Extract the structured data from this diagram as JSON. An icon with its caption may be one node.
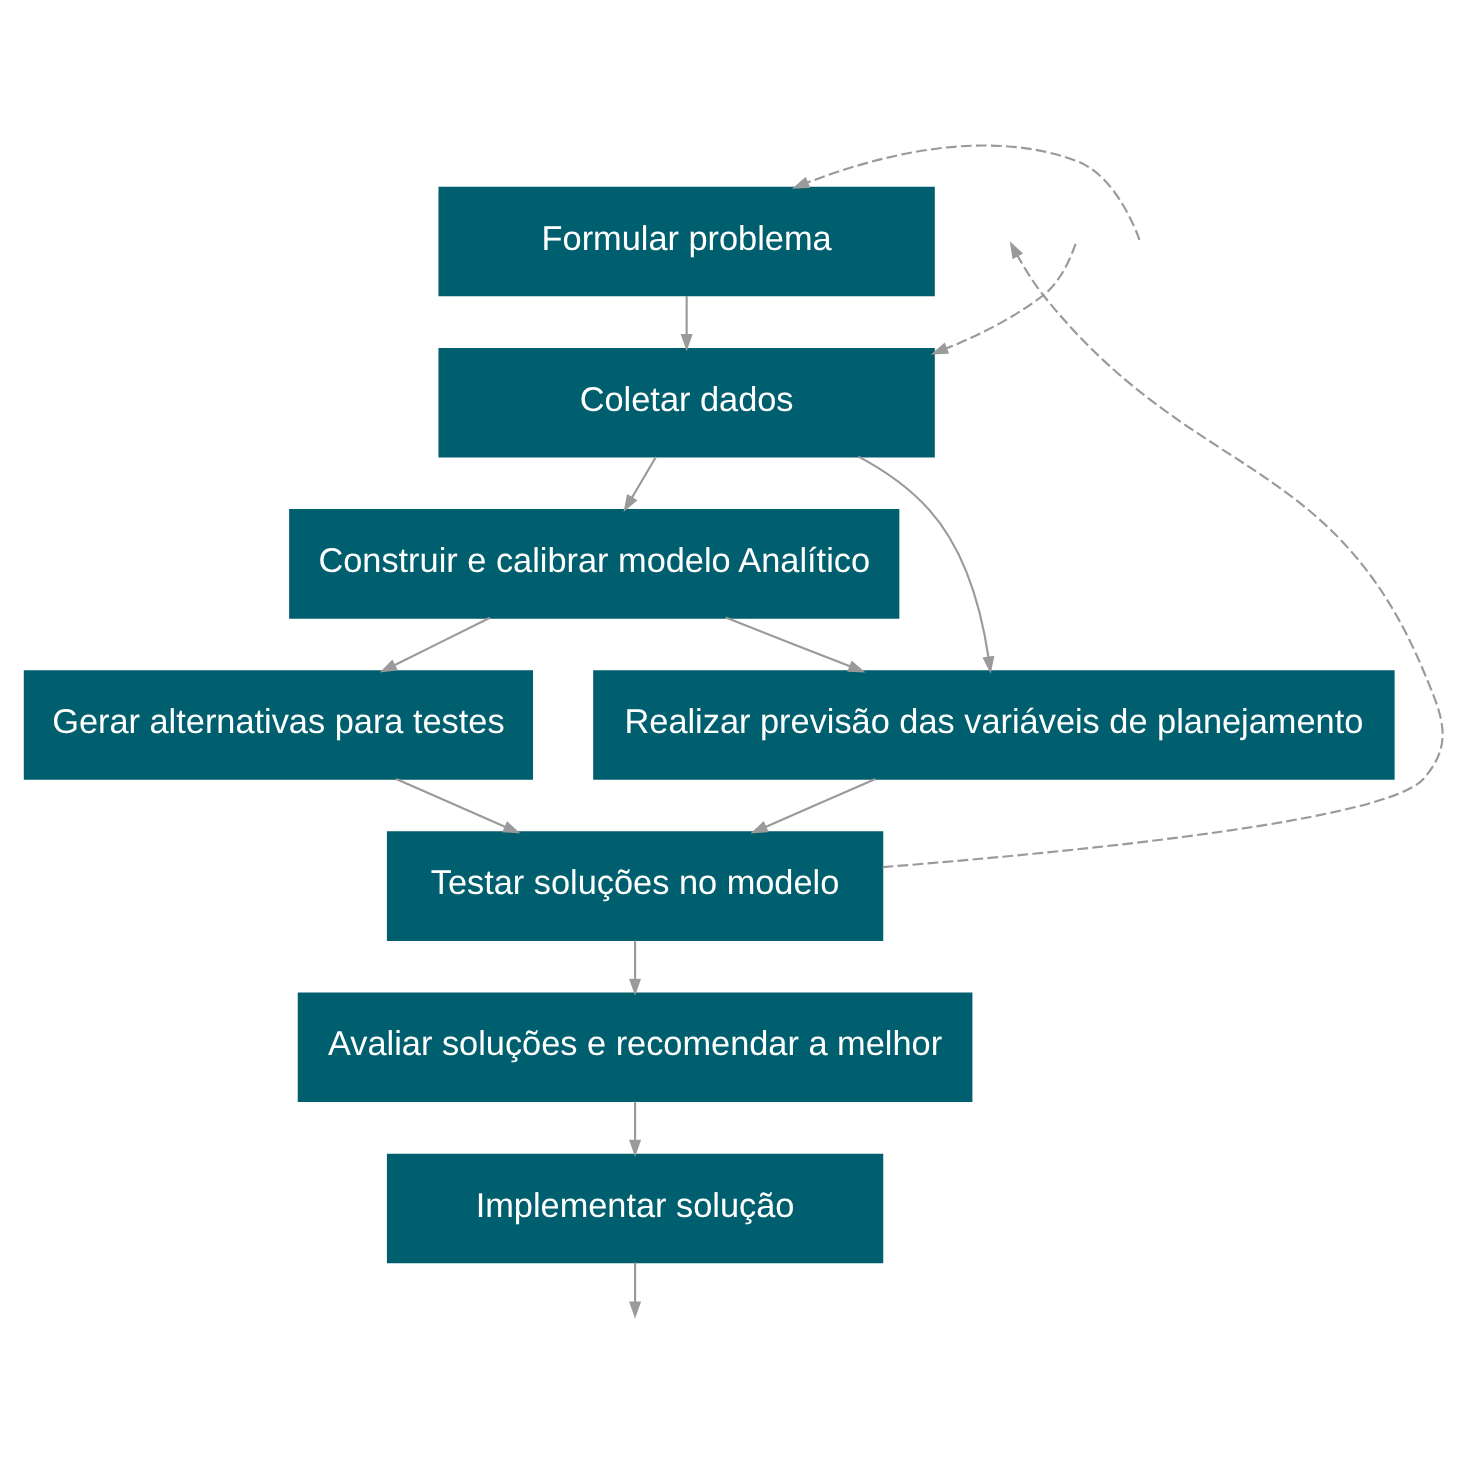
{
  "diagram": {
    "nodes": [
      {
        "text": [
          "Formular problema"
        ]
      },
      {
        "text": [
          "Coletar dados"
        ]
      },
      {
        "text": [
          "Construir e calibrar modelo Analítico"
        ]
      },
      {
        "text": [
          "Gerar alternativas para testes"
        ]
      },
      {
        "text": [
          "Realizar previsão das variáveis de planejamento"
        ]
      },
      {
        "text": [
          "Testar soluções no modelo"
        ]
      },
      {
        "text": [
          "Avaliar soluções e recomendar a melhor"
        ]
      },
      {
        "text": [
          "Implementar solução"
        ]
      }
    ],
    "edges": [
      {
        "from": 0,
        "to": 1,
        "arrow": "to"
      },
      {
        "from": 1,
        "to": 2,
        "arrow": "to"
      },
      {
        "from": 2,
        "to": 3,
        "arrow": "to"
      },
      {
        "from": 2,
        "to": 4,
        "arrow": "to"
      },
      {
        "from": 1,
        "to": 4,
        "arrow": "to"
      },
      {
        "from": 3,
        "to": 5,
        "arrow": "to"
      },
      {
        "from": 4,
        "to": 5,
        "arrow": "to"
      },
      {
        "from": 5,
        "to": 6,
        "arrow": "to"
      },
      {
        "from": 6,
        "to": 7,
        "arrow": "to"
      },
      {
        "from": 7,
        "to": null,
        "arrow": "to"
      },
      {
        "from": 5,
        "to": null,
        "arrow": "to",
        "style": "dashed"
      },
      {
        "from": null,
        "to": 0,
        "arrow": "to",
        "style": "dashed"
      },
      {
        "from": null,
        "to": 1,
        "arrow": "to",
        "style": "dashed"
      }
    ]
  }
}
